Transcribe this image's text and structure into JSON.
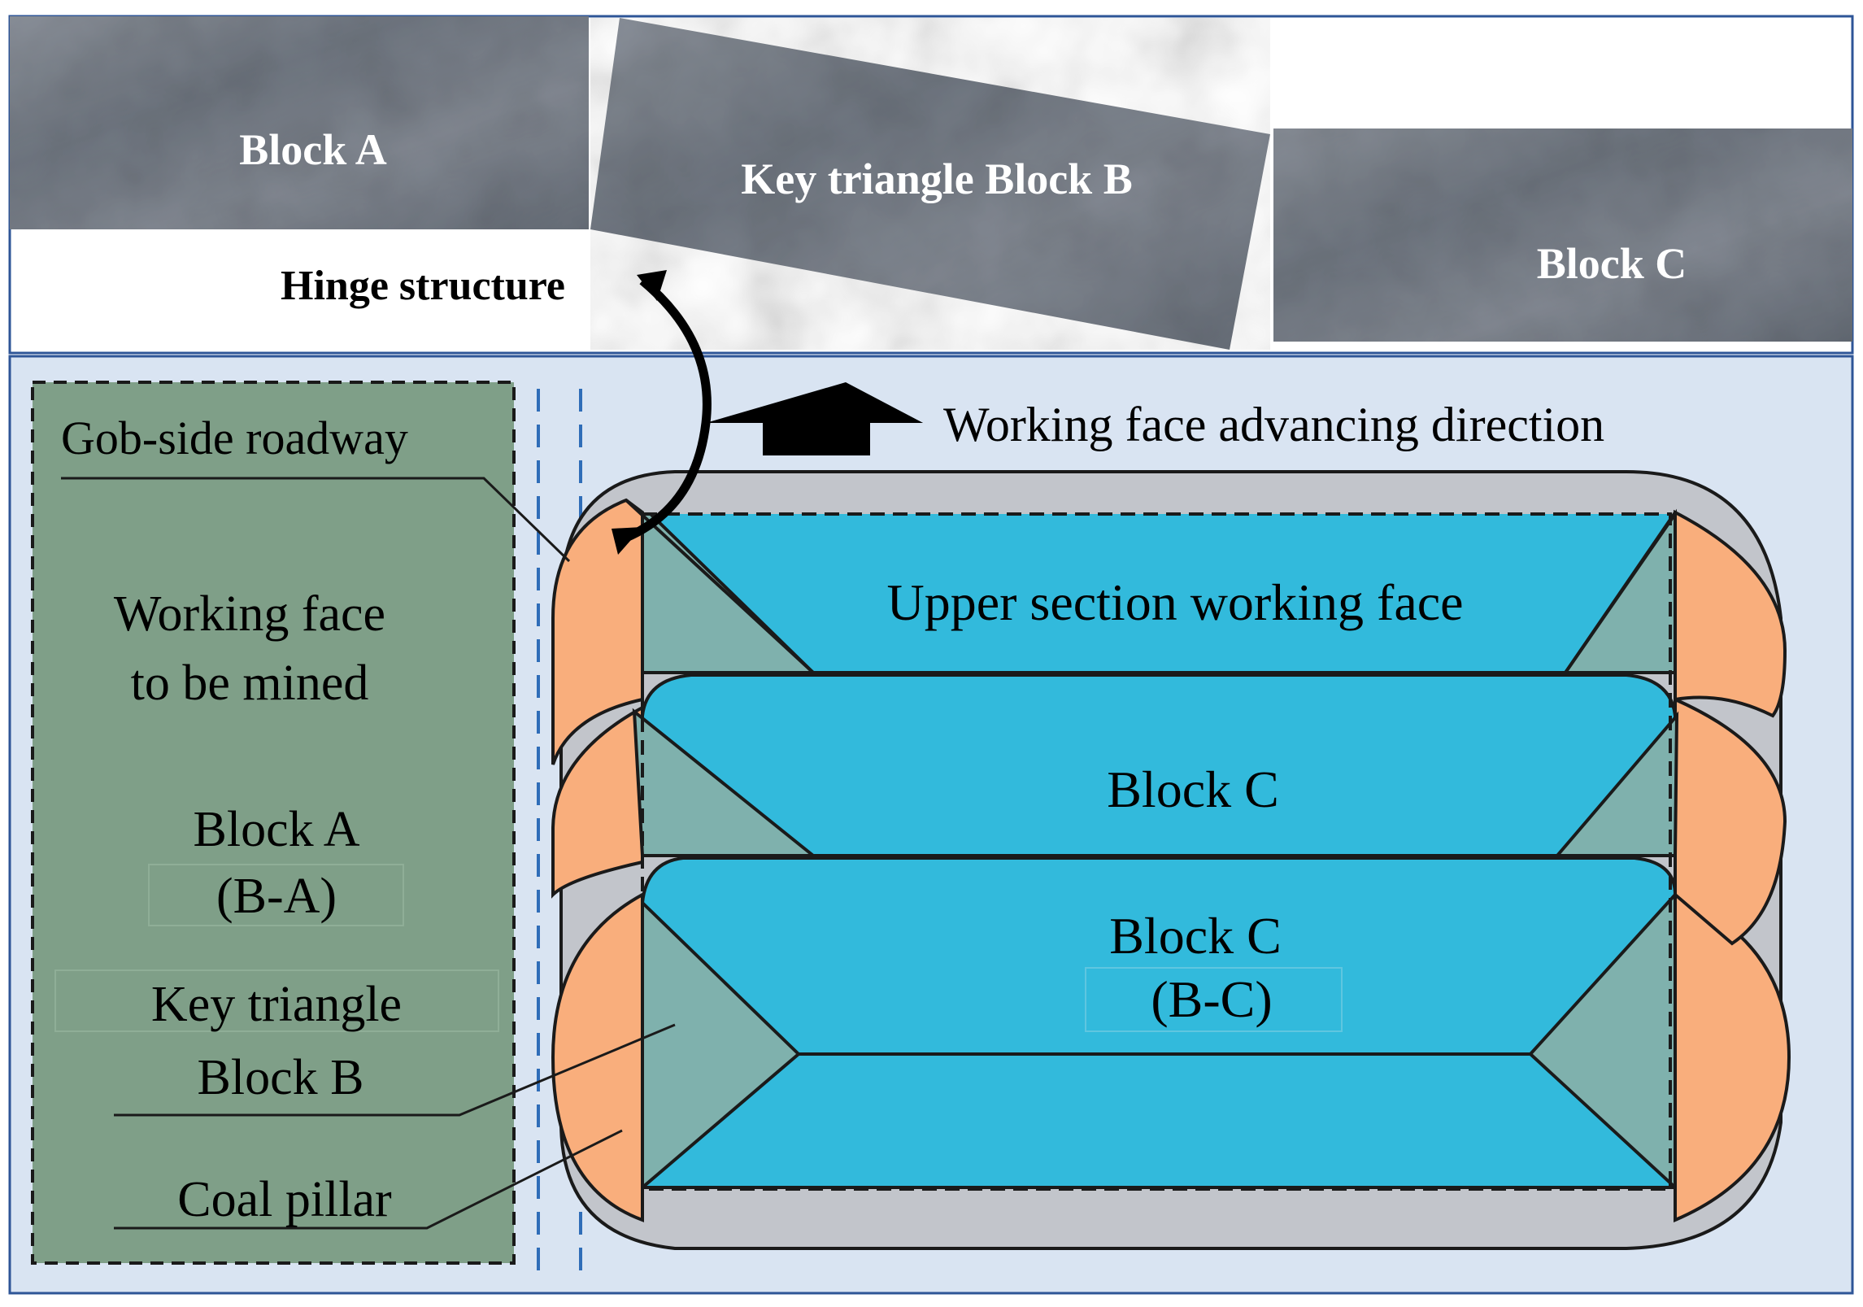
{
  "top_panel": {
    "block_a": "Block A",
    "key_triangle": "Key triangle Block B",
    "block_c": "Block C",
    "hinge": "Hinge structure"
  },
  "plan_view": {
    "advance_direction": "Working face advancing direction",
    "gob_side_roadway": "Gob-side roadway",
    "face_to_mine_line1": "Working face",
    "face_to_mine_line2": "to be mined",
    "block_a_line1": "Block A",
    "block_a_line2": "(B-A)",
    "key_triangle_line1": "Key triangle",
    "key_triangle_line2": "Block B",
    "coal_pillar": "Coal pillar",
    "upper_section": "Upper section working face",
    "block_c_middle": "Block C",
    "block_c_lower_line1": "Block C",
    "block_c_lower_line2": "(B-C)"
  },
  "colors": {
    "background_panel": "#D9E4F2",
    "panel_border": "#2E5597",
    "to_be_mined": "#7F9F88",
    "working_face_blue": "#32BADC",
    "triangle_teal": "#7FB1AD",
    "coal_pillar_orange": "#F9AE7C",
    "frame_gray": "#C2C5CB",
    "rock_gray": "#7A808A",
    "roadway_dash": "#2F6DB8"
  }
}
